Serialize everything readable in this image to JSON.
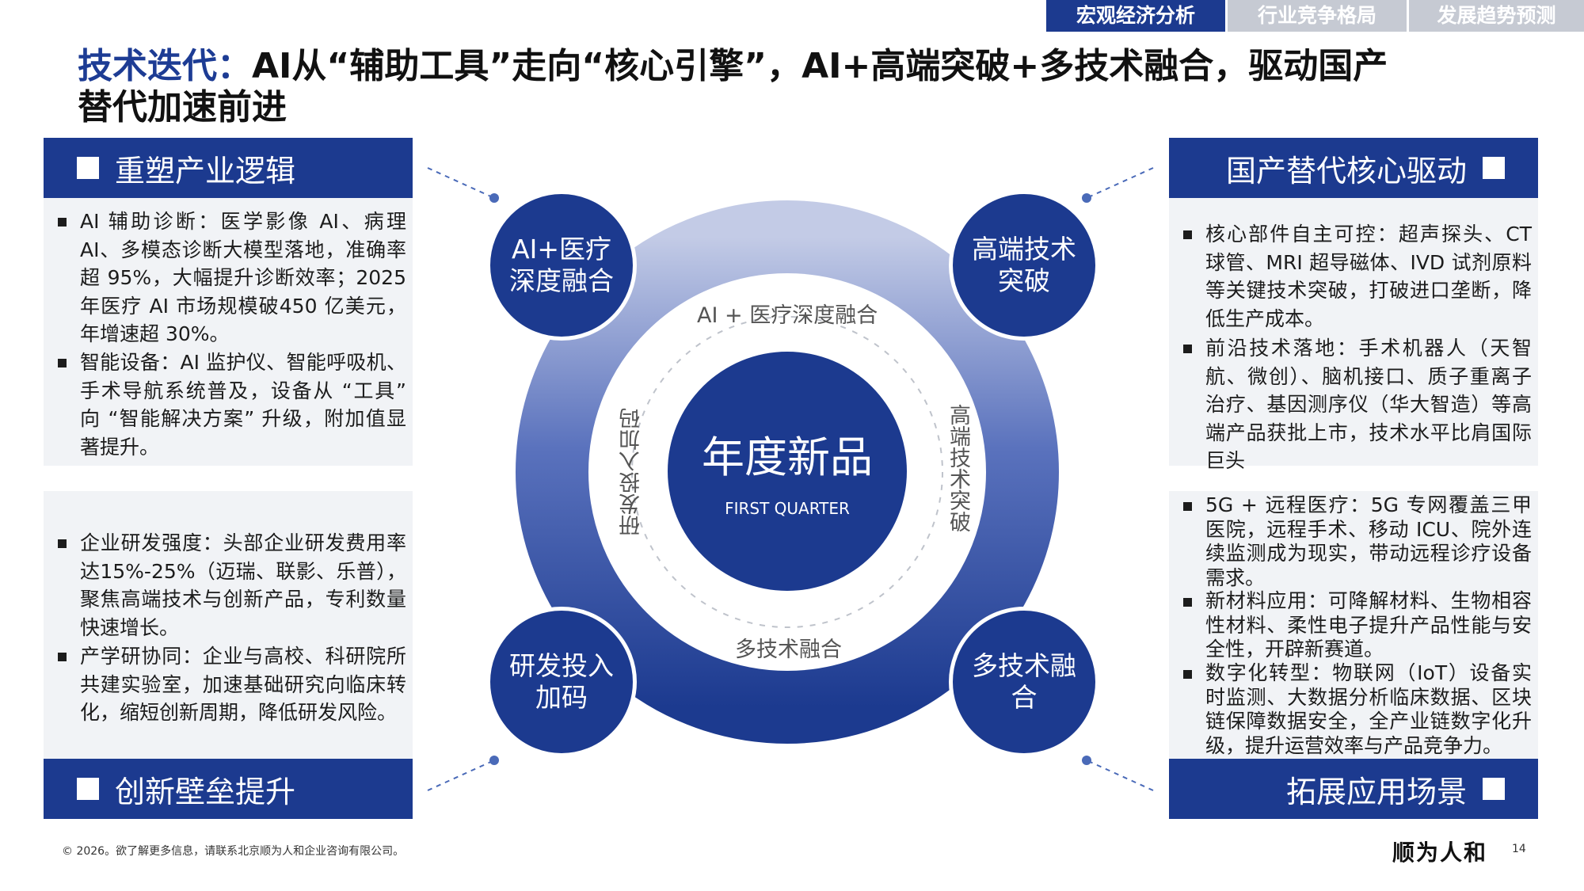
{
  "nav": {
    "tabs": [
      {
        "label": "宏观经济分析",
        "active": true
      },
      {
        "label": "行业竞争格局",
        "active": false
      },
      {
        "label": "发展趋势预测",
        "active": false
      }
    ]
  },
  "title": {
    "highlight": "技术迭代：",
    "rest_line1": "AI从“辅助工具”走向“核心引擎”，AI+高端突破+多技术融合，驱动国产",
    "rest_line2": "替代加速前进"
  },
  "left_top": {
    "header": "重塑产业逻辑",
    "bullets": [
      "AI 辅助诊断：医学影像 AI、病理 AI、多模态诊断大模型落地，准确率超 95%，大幅提升诊断效率；2025 年医疗 AI 市场规模破450 亿美元，年增速超 30%。",
      "智能设备：AI 监护仪、智能呼吸机、手术导航系统普及，设备从 “工具” 向 “智能解决方案” 升级，附加值显著提升。"
    ]
  },
  "left_bottom": {
    "header": "创新壁垒提升",
    "bullets": [
      "企业研发强度：头部企业研发费用率达15%-25%（迈瑞、联影、乐普），聚焦高端技术与创新产品，专利数量快速增长。",
      "产学研协同：企业与高校、科研院所共建实验室，加速基础研究向临床转化，缩短创新周期，降低研发风险。"
    ]
  },
  "right_top": {
    "header": "国产替代核心驱动",
    "bullets": [
      "核心部件自主可控：超声探头、CT 球管、MRI 超导磁体、IVD 试剂原料等关键技术突破，打破进口垄断，降低生产成本。",
      "前沿技术落地：手术机器人（天智航、微创）、脑机接口、质子重离子治疗、基因测序仪（华大智造）等高端产品获批上市，技术水平比肩国际巨头"
    ]
  },
  "right_bottom": {
    "header": "拓展应用场景",
    "bullets": [
      "5G + 远程医疗：5G 专网覆盖三甲医院，远程手术、移动 ICU、院外连续监测成为现实，带动远程诊疗设备需求。",
      "新材料应用：可降解材料、生物相容性材料、柔性电子提升产品性能与安全性，开辟新赛道。",
      "数字化转型：物联网（IoT）设备实时监测、大数据分析临床数据、区块链保障数据安全，全产业链数字化升级，提升运营效率与产品竞争力。"
    ]
  },
  "diagram": {
    "center_title": "年度新品",
    "center_sub": "FIRST QUARTER",
    "nodes": {
      "top_left": "AI+医疗深度融合",
      "top_right": "高端技术突破",
      "bottom_left": "研发投入加码",
      "bottom_right": "多技术融合"
    },
    "ring_labels": {
      "top": "AI + 医疗深度融合",
      "right": "高端技术突破",
      "bottom": "多技术融合",
      "left": "研发投入加码"
    },
    "colors": {
      "primary": "#1c3a8f",
      "ring_light": "#c3cbe6"
    }
  },
  "footer": {
    "copyright": "© 2026。欲了解更多信息，请联系北京顺为人和企业咨询有限公司。",
    "page": "14",
    "logo": "顺为人和"
  }
}
